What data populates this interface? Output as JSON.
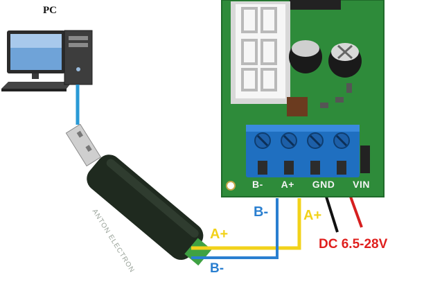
{
  "pc_label": "PC",
  "wire_labels": {
    "usb_a_plus": "A+",
    "usb_b_minus": "B-",
    "board_b_minus": "B-",
    "board_a_plus": "A+"
  },
  "terminal_labels": [
    "B-",
    "A+",
    "GND",
    "VIN"
  ],
  "power_label": "DC 6.5-28V",
  "usb_adapter_text": "ANTON ELECTRON",
  "colors": {
    "data_a_wire": "#f2d21a",
    "data_b_wire": "#2a7fd0",
    "usb_cable": "#2a9ad6",
    "power_negative": "#111111",
    "power_positive": "#d61f1f",
    "pcb": "#2e8b3a",
    "terminal_block": "#1f6fc0"
  }
}
